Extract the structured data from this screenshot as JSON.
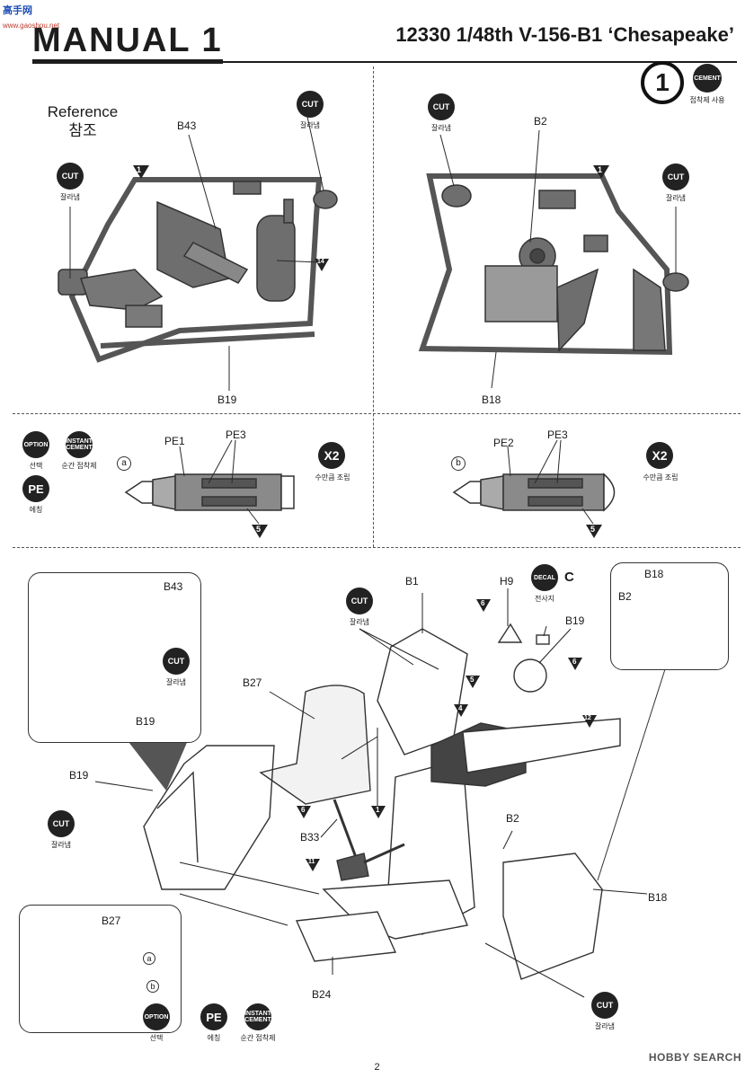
{
  "site_logo": "高手网",
  "site_url": "www.gaoshou.net",
  "header": {
    "title": "MANUAL 1",
    "kit": "12330 1/48th V-156-B1 ‘Chesapeake’"
  },
  "step": {
    "number": "1",
    "cement_badge": "CEMENT",
    "cement_caption": "접착제 사용"
  },
  "reference": {
    "line1": "Reference",
    "line2": "참조"
  },
  "cut": {
    "badge": "CUT",
    "caption": "잘라냄"
  },
  "sprue_left": {
    "top_label": "B43",
    "bottom_label": "B19",
    "callout_num": "1",
    "callout_num2": "14"
  },
  "sprue_right": {
    "top_label": "B2",
    "bottom_label": "B18",
    "callout_num": "1"
  },
  "belts": {
    "option_badge": "OPTION",
    "option_caption": "선택",
    "instant_badge": "INSTANT CEMENT",
    "instant_caption": "순간 접착제",
    "pe_badge": "PE",
    "pe_caption": "에칭",
    "x2_badge": "X2",
    "x2_caption": "수만큼 조립",
    "a": {
      "marker": "a",
      "pe_outer": "PE1",
      "pe_inner": "PE3",
      "callout": "5"
    },
    "b": {
      "marker": "b",
      "pe_outer": "PE2",
      "pe_inner": "PE3",
      "callout": "5"
    }
  },
  "assembly": {
    "labels": {
      "B1": "B1",
      "H9": "H9",
      "B19": "B19",
      "B27": "B27",
      "B19b": "B19",
      "B33": "B33",
      "B2": "B2",
      "B18": "B18",
      "B24": "B24",
      "B43": "B43",
      "B18i": "B18",
      "B2i": "B2",
      "B19i": "B19",
      "B27i": "B27",
      "a": "a",
      "b": "b"
    },
    "decal_badge": "DECAL",
    "decal_caption": "전사지",
    "decal_letter": "C",
    "callouts": [
      "6",
      "5",
      "4",
      "6",
      "12",
      "6",
      "1",
      "11"
    ]
  },
  "footer": {
    "page": "2",
    "watermark": "HOBBY SEARCH"
  }
}
